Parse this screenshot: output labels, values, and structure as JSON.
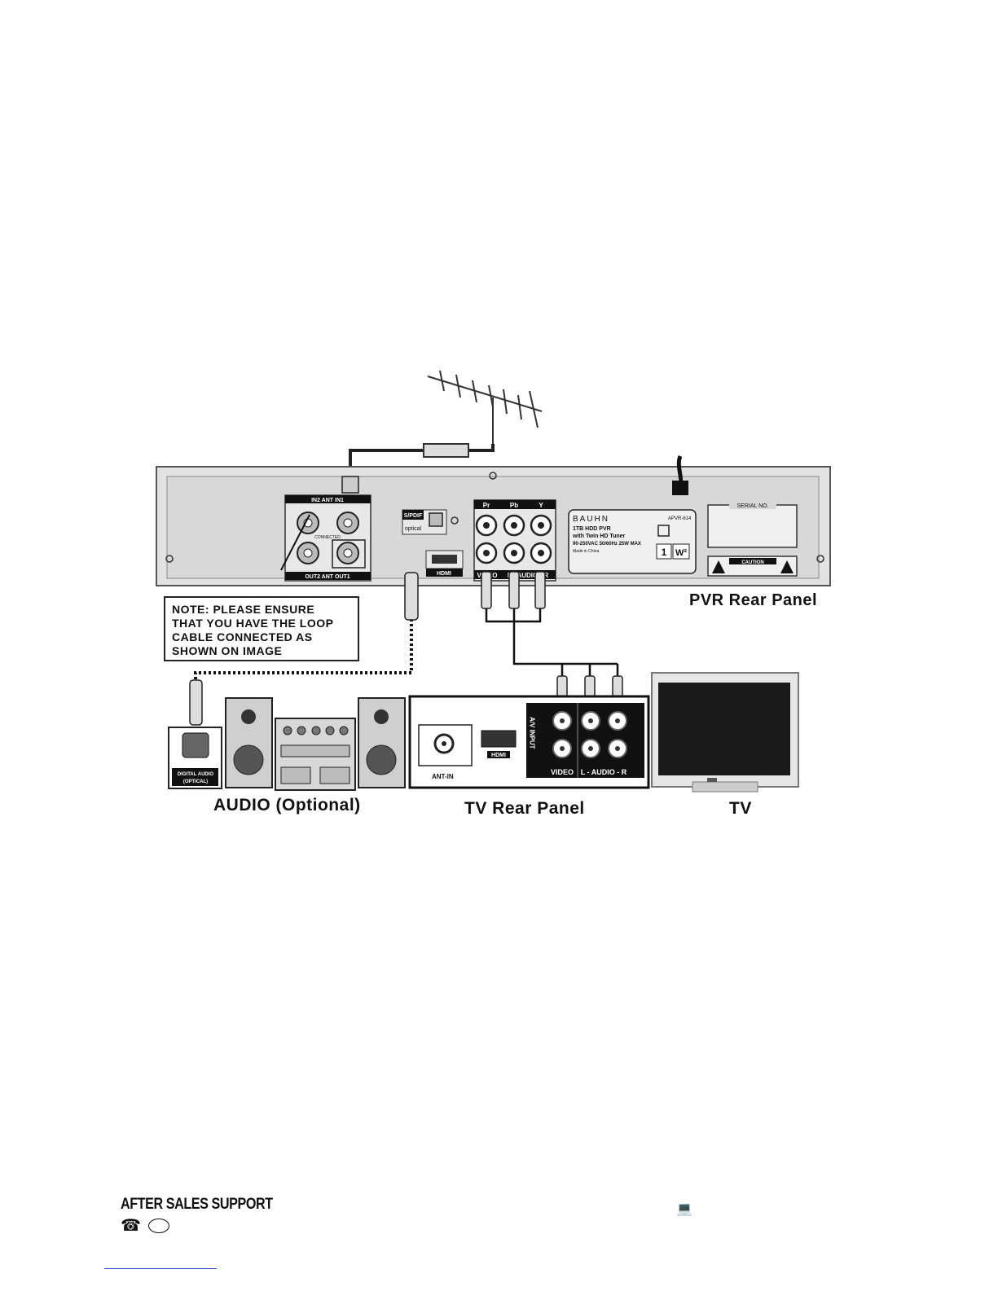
{
  "labels": {
    "note": [
      "NOTE: PLEASE ENSURE",
      "THAT YOU HAVE THE LOOP",
      "CABLE CONNECTED AS",
      "SHOWN ON IMAGE"
    ],
    "pvr_rear_panel": "PVR Rear Panel",
    "audio": "AUDIO (Optional)",
    "tv_rear_panel": "TV Rear Panel",
    "tv": "TV"
  },
  "pvr_panel": {
    "ant_top": "IN2   ANT   IN1",
    "ant_bottom": "OUT2  ANT  OUT1",
    "connected": "CONNECTED",
    "spdif": "S/PDIF",
    "optical": "optical",
    "component": [
      "Pr",
      "Pb",
      "Y"
    ],
    "video": "VIDEO",
    "audio_lr": "L - AUDIO - R",
    "hdmi": "HDMI",
    "brand": "BAUHN",
    "model": "APVR-614",
    "spec1": "1TB HDD PVR",
    "spec2": "with Twin HD Tuner",
    "spec3": "90-250VAC 50/60Hz 25W MAX",
    "spec4": "Made in China",
    "serial": "SERIAL NO.",
    "caution": "CAUTION",
    "warranty_1": "1",
    "warranty_w": "W²"
  },
  "tv_panel": {
    "ant_in": "ANT-IN",
    "hdmi": "HDMI",
    "av": "A/V INPUT",
    "video": "VIDEO",
    "audio_lr": "L - AUDIO - R"
  },
  "audio_device": {
    "digital_audio": "DIGITAL AUDIO",
    "optical": "(OPTICAL)"
  },
  "footer": {
    "title": "AFTER SALES SUPPORT",
    "phone_icon": "☎",
    "laptop_icon": "💻"
  }
}
